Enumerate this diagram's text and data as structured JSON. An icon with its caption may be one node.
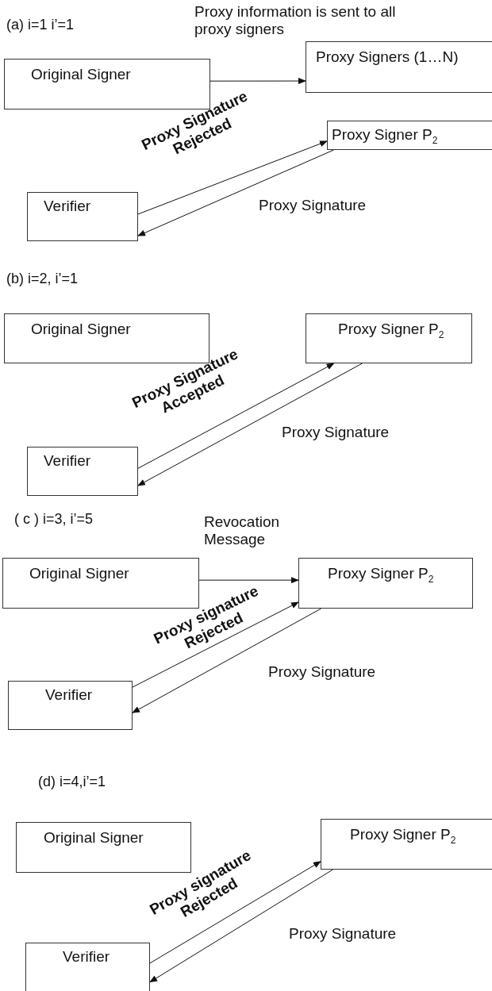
{
  "diagram": {
    "nodes": [
      {
        "text": [
          "Original Signer"
        ]
      },
      {
        "text": [
          "Proxy Signers (1…N)"
        ]
      },
      {
        "text": [
          "Proxy Signer P$_{2}$"
        ]
      },
      {
        "text": [
          "Verifier"
        ]
      },
      {
        "text": [
          "Original Signer"
        ]
      },
      {
        "text": [
          "Proxy Signer P$_{2}$"
        ]
      },
      {
        "text": [
          "Verifier"
        ]
      },
      {
        "text": [
          "Original Signer"
        ]
      },
      {
        "text": [
          "Proxy Signer P$_{2}$"
        ]
      },
      {
        "text": [
          "Verifier"
        ]
      },
      {
        "text": [
          "Original Signer"
        ]
      },
      {
        "text": [
          "Proxy Signer P$_{2}$"
        ]
      },
      {
        "text": [
          "Verifier"
        ]
      }
    ],
    "edges": [
      {
        "from": 0,
        "to": 1,
        "arrow": "to",
        "label": "Proxy information is sent to all proxy signers"
      },
      {
        "from": 3,
        "to": 2,
        "arrow": "to",
        "label": "Proxy Signature Rejected"
      },
      {
        "from": 2,
        "to": 3,
        "arrow": "to",
        "label": "Proxy Signature"
      },
      {
        "from": 6,
        "to": 5,
        "arrow": "to",
        "label": "Proxy Signature Accepted"
      },
      {
        "from": 5,
        "to": 6,
        "arrow": "to",
        "label": "Proxy Signature"
      },
      {
        "from": 7,
        "to": 8,
        "arrow": "to",
        "label": "Revocation Message"
      },
      {
        "from": 9,
        "to": 8,
        "arrow": "to",
        "label": "Proxy signature Rejected"
      },
      {
        "from": 8,
        "to": 9,
        "arrow": "to",
        "label": "Proxy Signature"
      },
      {
        "from": 12,
        "to": 11,
        "arrow": "to",
        "label": "Proxy signature Rejected"
      },
      {
        "from": 11,
        "to": 12,
        "arrow": "to",
        "label": "Proxy Signature"
      }
    ],
    "labels": [
      "(a) i=1 i’=1",
      "(b) i=2, i’=1",
      "( c ) i=3, i’=5",
      "(d) i=4,i’=1"
    ]
  }
}
